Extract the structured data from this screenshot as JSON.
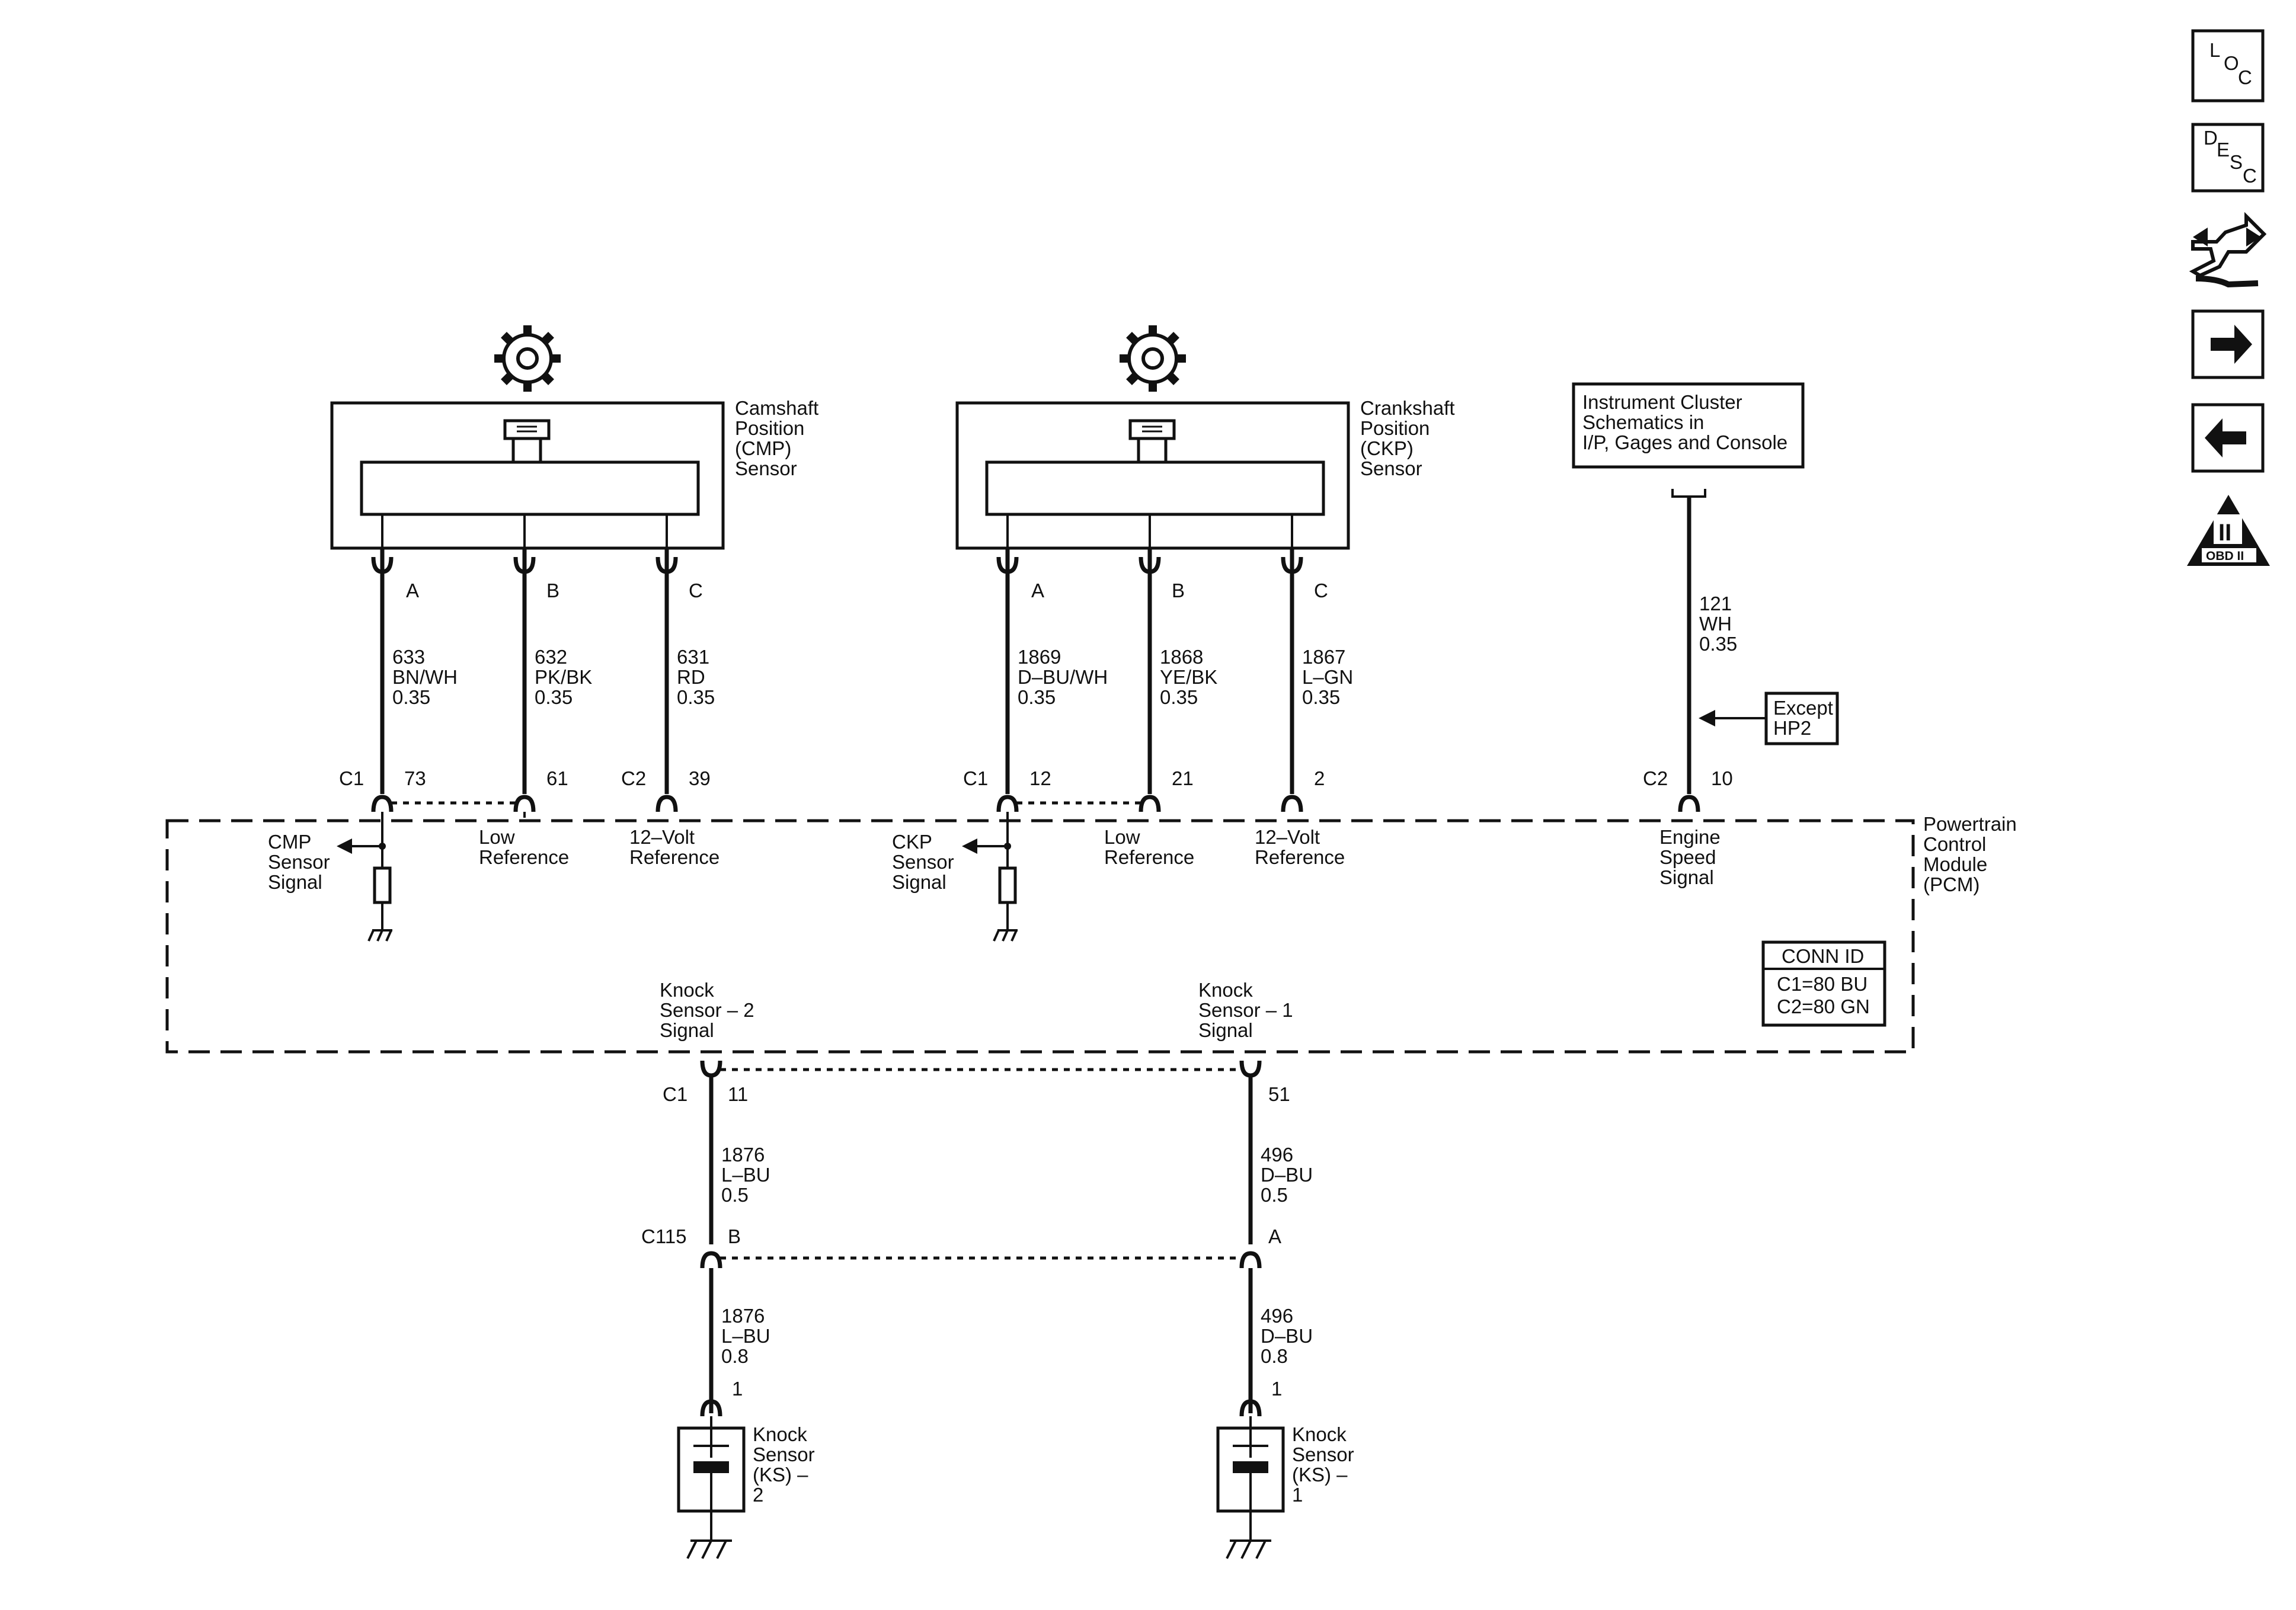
{
  "sensors": {
    "cmp": {
      "name": [
        "Camshaft",
        "Position",
        "(CMP)",
        "Sensor"
      ],
      "pins": [
        "A",
        "B",
        "C"
      ]
    },
    "ckp": {
      "name": [
        "Crankshaft",
        "Position",
        "(CKP)",
        "Sensor"
      ],
      "pins": [
        "A",
        "B",
        "C"
      ]
    }
  },
  "instrument_cluster": {
    "text": [
      "Instrument Cluster",
      "Schematics in",
      "I/P, Gages and Console"
    ]
  },
  "wires": {
    "cmp_a": [
      "633",
      "BN/WH",
      "0.35"
    ],
    "cmp_b": [
      "632",
      "PK/BK",
      "0.35"
    ],
    "cmp_c": [
      "631",
      "RD",
      "0.35"
    ],
    "ckp_a": [
      "1869",
      "D–BU/WH",
      "0.35"
    ],
    "ckp_b": [
      "1868",
      "YE/BK",
      "0.35"
    ],
    "ckp_c": [
      "1867",
      "L–GN",
      "0.35"
    ],
    "speed": [
      "121",
      "WH",
      "0.35"
    ],
    "ks2_upper": [
      "1876",
      "L–BU",
      "0.5"
    ],
    "ks1_upper": [
      "496",
      "D–BU",
      "0.5"
    ],
    "ks2_lower": [
      "1876",
      "L–BU",
      "0.8"
    ],
    "ks1_lower": [
      "496",
      "D–BU",
      "0.8"
    ]
  },
  "except_box": [
    "Except",
    "HP2"
  ],
  "pcm_pins": {
    "c1": "C1",
    "c2": "C2",
    "cmp_a": "73",
    "cmp_b": "61",
    "cmp_c": "39",
    "ckp_a": "12",
    "ckp_b": "21",
    "ckp_c": "2",
    "speed": "10",
    "ks2": "11",
    "ks1": "51"
  },
  "pcm_signals": {
    "cmp_signal": [
      "CMP",
      "Sensor",
      "Signal"
    ],
    "low_ref": [
      "Low",
      "Reference"
    ],
    "volt_ref": [
      "12–Volt",
      "Reference"
    ],
    "ckp_signal": [
      "CKP",
      "Sensor",
      "Signal"
    ],
    "engine_speed": [
      "Engine",
      "Speed",
      "Signal"
    ],
    "ks2_signal": [
      "Knock",
      "Sensor – 2",
      "Signal"
    ],
    "ks1_signal": [
      "Knock",
      "Sensor – 1",
      "Signal"
    ]
  },
  "pcm_name": [
    "Powertrain",
    "Control",
    "Module",
    "(PCM)"
  ],
  "conn_id": {
    "title": "CONN ID",
    "lines": [
      "C1=80 BU",
      "C2=80 GN"
    ]
  },
  "c115": {
    "name": "C115",
    "pin_b": "B",
    "pin_a": "A"
  },
  "knock_sensors": {
    "ks2": {
      "pin": "1",
      "name": [
        "Knock",
        "Sensor",
        "(KS) –",
        "2"
      ]
    },
    "ks1": {
      "pin": "1",
      "name": [
        "Knock",
        "Sensor",
        "(KS) –",
        "1"
      ]
    }
  },
  "nav_icons": {
    "loc": [
      "L",
      "O",
      "C"
    ],
    "desc": [
      "D",
      "E",
      "S",
      "C"
    ],
    "obd": [
      "II",
      "OBD II"
    ]
  },
  "icon_names": [
    "loc-icon",
    "desc-icon",
    "connector-repair-icon",
    "next-arrow-icon",
    "back-arrow-icon",
    "obd-ii-icon"
  ]
}
